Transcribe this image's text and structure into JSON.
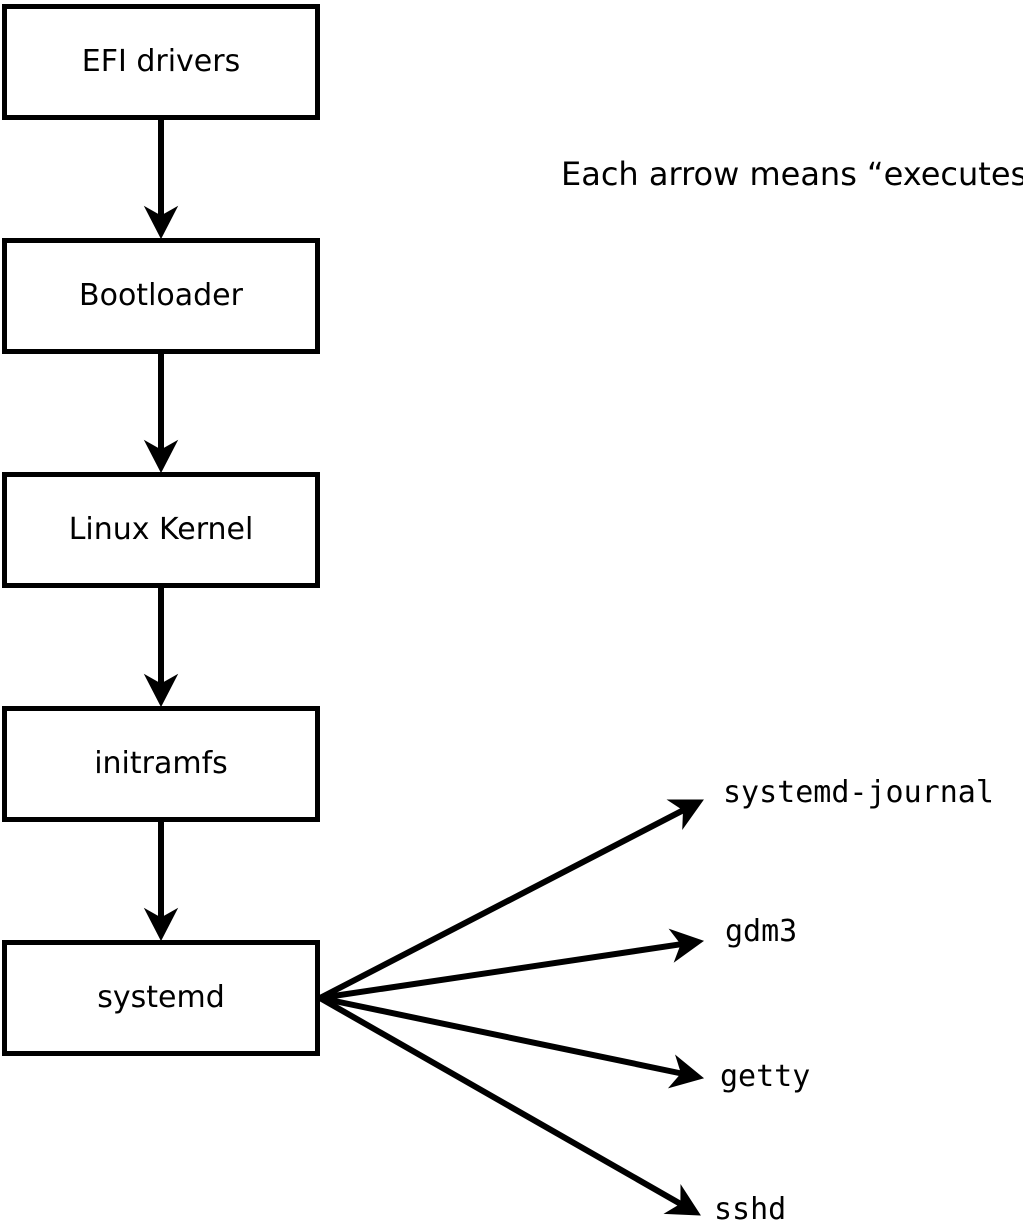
{
  "diagram": {
    "note": "Each arrow means “executes”.",
    "arrow_meaning": "executes",
    "colors": {
      "stroke": "#000000",
      "fill": "#ffffff"
    },
    "chain_nodes": [
      {
        "label": "EFI drivers"
      },
      {
        "label": "Bootloader"
      },
      {
        "label": "Linux Kernel"
      },
      {
        "label": "initramfs"
      },
      {
        "label": "systemd"
      }
    ],
    "spawned_processes": [
      {
        "label": "systemd-journal"
      },
      {
        "label": "gdm3"
      },
      {
        "label": "getty"
      },
      {
        "label": "sshd"
      }
    ]
  }
}
